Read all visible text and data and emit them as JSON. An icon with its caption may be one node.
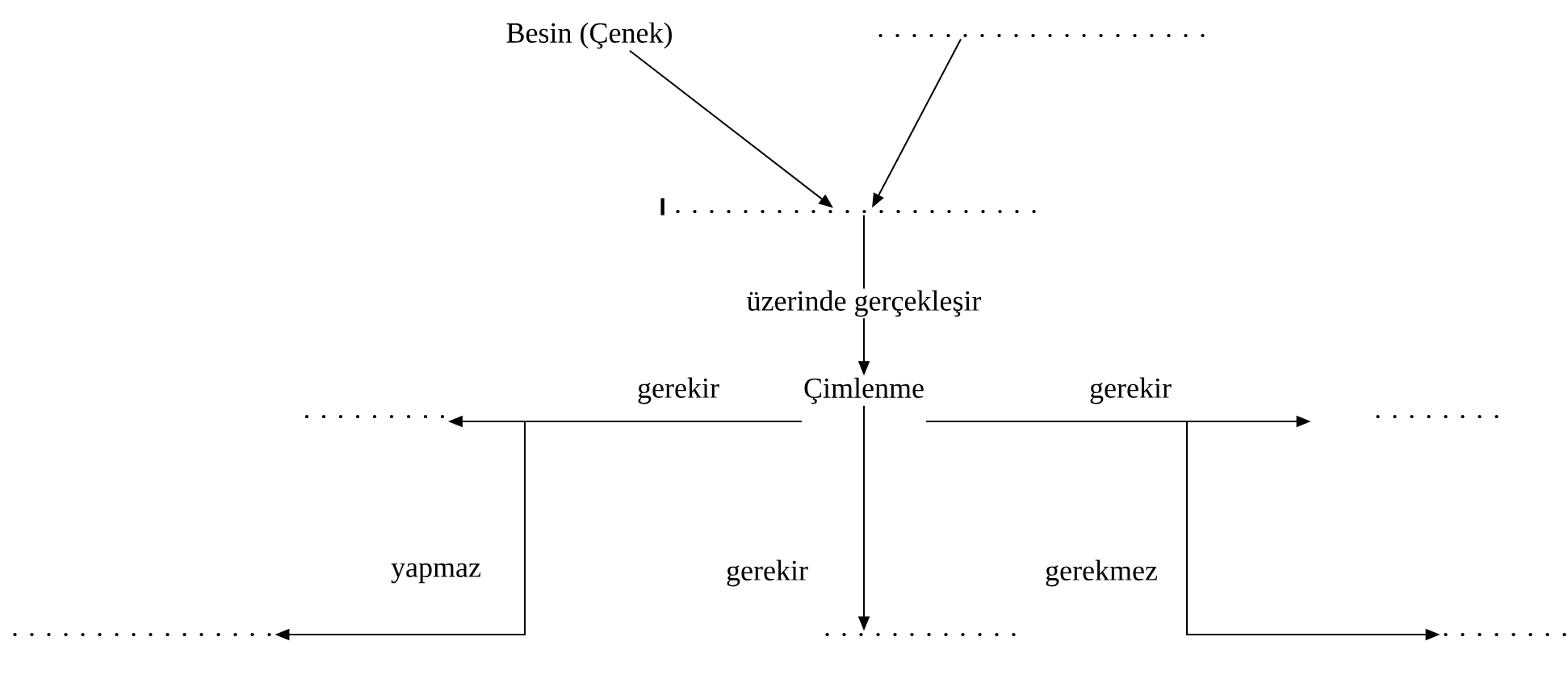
{
  "diagram": {
    "nodes": [
      {
        "text": [
          "Besin (Çenek)"
        ]
      },
      {
        "text": [
          ". . . . . . . . . . . . . . . . . . . ."
        ]
      },
      {
        "text": [
          ". . . . . . . . . . . . . . . . . . . . . ."
        ]
      },
      {
        "text": [
          "Çimlenme"
        ]
      },
      {
        "text": [
          ". . . . . . . . ."
        ]
      },
      {
        "text": [
          ". . . . . . . ."
        ]
      },
      {
        "text": [
          ". . . . . . . . . . . . . . . ."
        ]
      },
      {
        "text": [
          ". . . . . . . . . . . ."
        ]
      },
      {
        "text": [
          ". . . . . . . ."
        ]
      }
    ],
    "edges": [
      {
        "from": 0,
        "to": 2,
        "arrow": "to"
      },
      {
        "from": 1,
        "to": 2,
        "arrow": "to"
      },
      {
        "from": 2,
        "to": 3,
        "arrow": "to",
        "label": "üzerinde gerçekleşir"
      },
      {
        "from": 3,
        "to": 4,
        "arrow": "to",
        "label": "gerekir"
      },
      {
        "from": 3,
        "to": 5,
        "arrow": "to",
        "label": "gerekir"
      },
      {
        "from": 3,
        "to": 7,
        "arrow": "to",
        "label": "gerekir"
      },
      {
        "from": 3,
        "to": 6,
        "arrow": "to",
        "label": "yapmaz"
      },
      {
        "from": 3,
        "to": 8,
        "arrow": "to",
        "label": "gerekmez"
      }
    ]
  }
}
